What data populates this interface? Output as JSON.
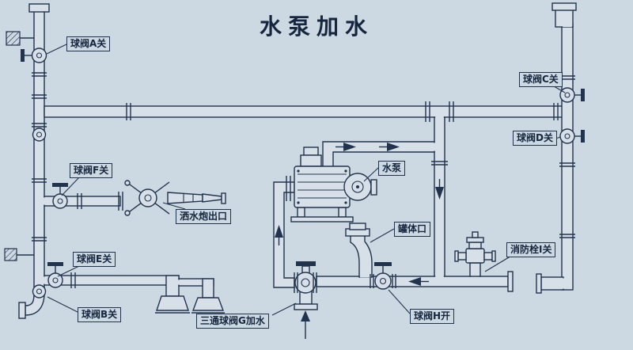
{
  "title": "水泵加水",
  "labels": {
    "valve_a": "球阀A关",
    "valve_b": "球阀B关",
    "valve_c": "球阀C关",
    "valve_d": "球阀D关",
    "valve_e": "球阀E关",
    "valve_f": "球阀F关",
    "valve_h": "球阀H开",
    "three_way_valve_g": "三通球阀G加水",
    "pump": "水泵",
    "sprinkler_outlet": "洒水炮出口",
    "tank_opening": "罐体口",
    "fire_hydrant_i": "消防栓I关"
  },
  "colors": {
    "background": "#ccd8e2",
    "line": "#22334d",
    "pipe_fill": "#d7e0e9"
  }
}
